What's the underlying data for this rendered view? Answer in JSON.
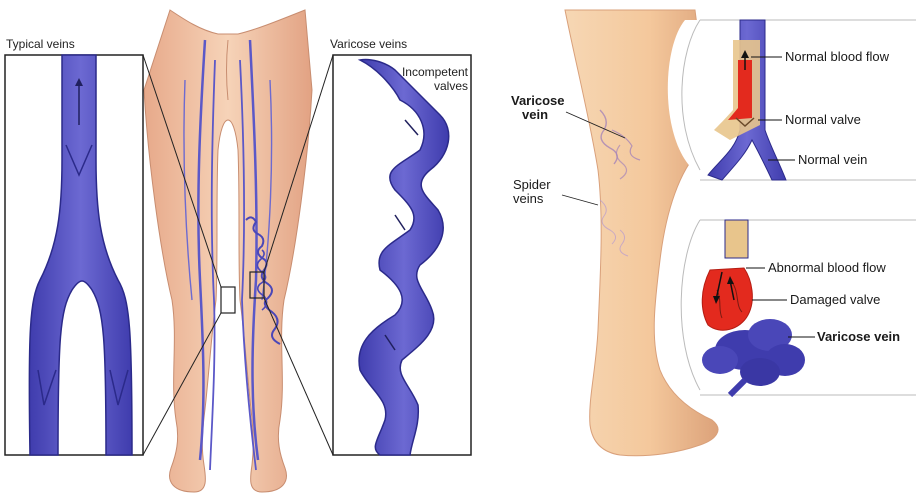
{
  "left_figure": {
    "typical_veins_label": "Typical veins",
    "varicose_veins_label": "Varicose veins",
    "incompetent_valves_label_line1": "Incompetent",
    "incompetent_valves_label_line2": "valves"
  },
  "right_figure": {
    "varicose_vein_label_line1": "Varicose",
    "varicose_vein_label_line2": "vein",
    "spider_veins_label_line1": "Spider",
    "spider_veins_label_line2": "veins",
    "normal_blood_flow_label": "Normal blood flow",
    "normal_valve_label": "Normal valve",
    "normal_vein_label": "Normal vein",
    "abnormal_blood_flow_label": "Abnormal blood flow",
    "damaged_valve_label": "Damaged valve",
    "varicose_vein_detail_label": "Varicose vein"
  },
  "colors": {
    "vein_blue": "#4a47b8",
    "vein_dark": "#2b2a8a",
    "vein_light": "#7d7ad6",
    "skin": "#f2c9a8",
    "skin_shadow": "#d99c78",
    "blood_red": "#e32a1e",
    "valve_tan": "#e8c58c"
  }
}
